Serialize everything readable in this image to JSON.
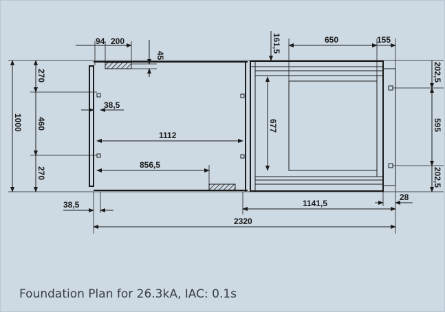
{
  "caption": "Foundation Plan for 26.3kA, IAC: 0.1s",
  "dimensions": {
    "d94": "94",
    "d200": "200",
    "d45": "45",
    "d161_5": "161,5",
    "d650": "650",
    "d155": "155",
    "d270a": "270",
    "d460": "460",
    "d270b": "270",
    "d1000": "1000",
    "d38_5a": "38,5",
    "d1112": "1112",
    "d856_5": "856,5",
    "d677": "677",
    "d202_5a": "202,5",
    "d595": "595",
    "d202_5b": "202,5",
    "d38_5b": "38,5",
    "d1141_5": "1141,5",
    "d28": "28",
    "d2320": "2320"
  }
}
